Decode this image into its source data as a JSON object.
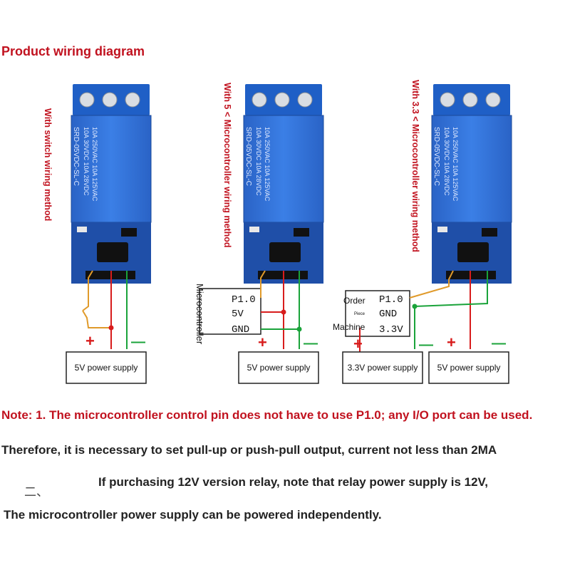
{
  "title": "Product wiring diagram",
  "diagram": {
    "methods": [
      {
        "label": "With switch wiring method"
      },
      {
        "label": "With 5 < Microcontroller wiring method"
      },
      {
        "label": "With 3.3 < Microcontroller wiring method"
      }
    ],
    "mc5v": {
      "side_label": "Microcontroller",
      "pins": [
        "P1.0",
        "5V",
        "GND"
      ]
    },
    "mc33": {
      "side_words": [
        "Order",
        "Piece",
        "Machine"
      ],
      "pins": [
        "P1.0",
        "GND",
        "3.3V"
      ]
    },
    "supplies": [
      "5V power supply",
      "5V power supply",
      "3.3V power supply",
      "5V power supply"
    ],
    "plus": "+",
    "minus": "—",
    "module_text": [
      "10A 250VAC  10A 125VAC",
      "10A 30VDC  10A 28VDC",
      "SRD-05VDC-SL-C"
    ],
    "colors": {
      "module_blue": "#2f6fd6",
      "board_blue": "#1f4fa8",
      "wire_orange": "#e09a2a",
      "wire_red": "#d81c1c",
      "wire_green": "#1aa33a",
      "accent_red": "#c1121f"
    }
  },
  "notes": {
    "line1": "Note: 1. The microcontroller control pin does not have to use P1.0; any I/O port can be used.",
    "line2": "Therefore, it is necessary to set pull-up or push-pull output, current not less than 2MA",
    "line3_prefix": "二、",
    "line3": "If purchasing 12V version relay, note that relay power supply is 12V,",
    "line4": "The microcontroller power supply can be powered independently."
  }
}
